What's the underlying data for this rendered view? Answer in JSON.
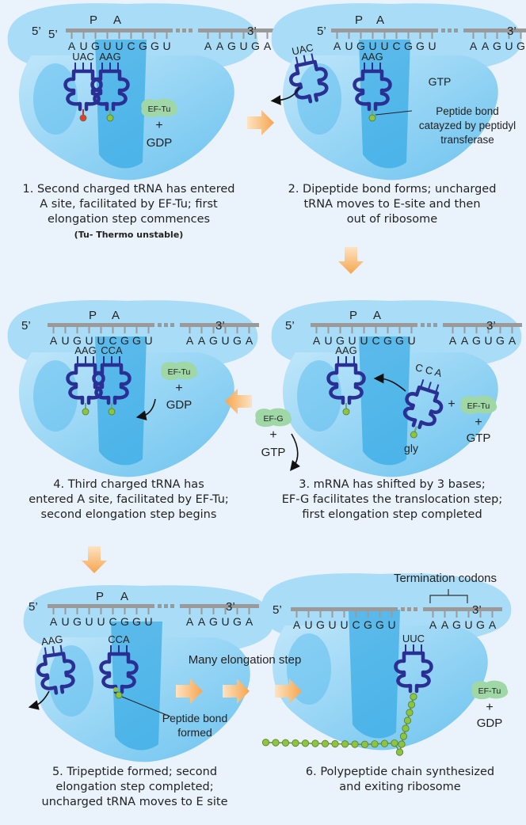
{
  "labels": {
    "five_prime": "5’",
    "three_prime": "3’",
    "p_site": "P",
    "a_site": "A",
    "mrna_left": "AUGUUCGGU",
    "mrna_right": "AAGUGA",
    "anticodon_uac": "UAC",
    "anticodon_aag": "AAG",
    "anticodon_cca": "CCA",
    "anticodon_uuc": "UUC",
    "ef_tu": "EF-Tu",
    "ef_g": "EF-G",
    "gdp": "GDP",
    "gtp": "GTP",
    "plus": "+",
    "gly": "gly",
    "peptide_bond_catalyzed": [
      "Peptide bond",
      "catayzed by peptidyl",
      "transferase"
    ],
    "peptide_bond_formed": [
      "Peptide bond",
      "formed"
    ],
    "many_steps": "Many elongation step",
    "termination_codons": "Termination codons"
  },
  "captions": {
    "step1": {
      "lines": [
        "1. Second charged tRNA has entered",
        "A site, facilitated by EF-Tu; first",
        "elongation step commences"
      ],
      "note": "(Tu- Thermo unstable)"
    },
    "step2": {
      "lines": [
        "2. Dipeptide bond forms; uncharged",
        "tRNA moves to E-site and then",
        "out of ribosome"
      ]
    },
    "step3": {
      "lines": [
        "3. mRNA has shifted by 3 bases;",
        "EF-G facilitates the translocation step;",
        "first elongation step completed"
      ]
    },
    "step4": {
      "lines": [
        "4. Third charged tRNA has",
        "entered A site, facilitated by EF-Tu;",
        "second elongation step begins"
      ]
    },
    "step5": {
      "lines": [
        "5. Tripeptide formed; second",
        "elongation step completed;",
        "uncharged tRNA moves to E site"
      ]
    },
    "step6": {
      "lines": [
        "6. Polypeptide chain synthesized",
        "and exiting ribosome"
      ]
    }
  },
  "colors": {
    "background": "#eaf3fb",
    "ribosome_light": "#a9dcf7",
    "ribosome_mid": "#5fbdee",
    "channel": "#2da6e4",
    "mrna": "#9a9a9a",
    "trna": "#2a2f94",
    "ef_bubble": "#9fd7a6",
    "amino_acid": "#8cc63f",
    "amino_red": "#e23b3b",
    "arrow": "#f7b566"
  }
}
